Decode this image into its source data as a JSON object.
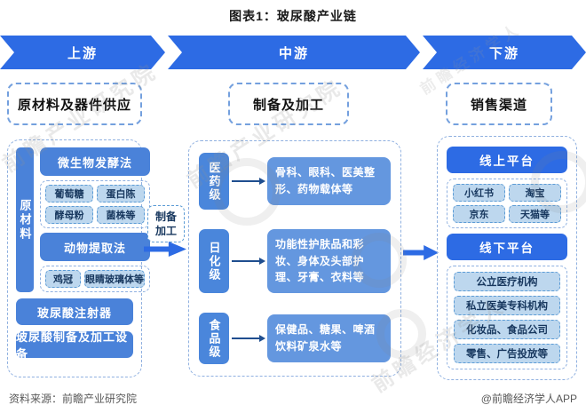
{
  "title": "图表1：玻尿酸产业链",
  "banner": {
    "segments": [
      "上游",
      "中游",
      "下游"
    ]
  },
  "upstream": {
    "header": "原材料及器件供应",
    "side_label": "原材料",
    "fermentation": {
      "header": "微生物发酵法",
      "items": [
        "葡萄糖",
        "蛋白陈",
        "酵母粉",
        "菌株等"
      ]
    },
    "animal": {
      "header": "动物提取法",
      "items": [
        "鸡冠",
        "眼睛玻璃体等"
      ]
    },
    "equipment": [
      "玻尿酸注射器",
      "玻尿酸制备及加工设备"
    ]
  },
  "process_label": {
    "line1": "制备",
    "line2": "加工"
  },
  "midstream": {
    "header": "制备及加工",
    "rows": [
      {
        "grade": "医药级",
        "applications": "骨科、眼科、医美整形、药物载体等"
      },
      {
        "grade": "日化级",
        "applications": "功能性护肤品和彩妆、身体及头部护理、牙膏、衣料等"
      },
      {
        "grade": "食品级",
        "applications": "保健品、糖果、啤酒饮料矿泉水等"
      }
    ]
  },
  "downstream": {
    "header": "销售渠道",
    "online": {
      "header": "线上平台",
      "items": [
        "小红书",
        "淘宝",
        "京东",
        "天猫等"
      ]
    },
    "offline": {
      "header": "线下平台",
      "items": [
        "公立医疗机构",
        "私立医美专科机构",
        "化妆品、食品公司",
        "零售、广告投放等"
      ]
    }
  },
  "footer": {
    "source": "资料来源：前瞻产业研究院",
    "credit": "@前瞻经济学人APP"
  },
  "watermarks": {
    "industry": "前瞻产业研究院",
    "economist": "前瞻经济学人"
  },
  "colors": {
    "primary_blue": "#2d6be4",
    "header_blue": "#4a82d9",
    "content_blue": "#6497df",
    "light_blue": "#bdd7ee",
    "dark_text": "#17375e"
  }
}
